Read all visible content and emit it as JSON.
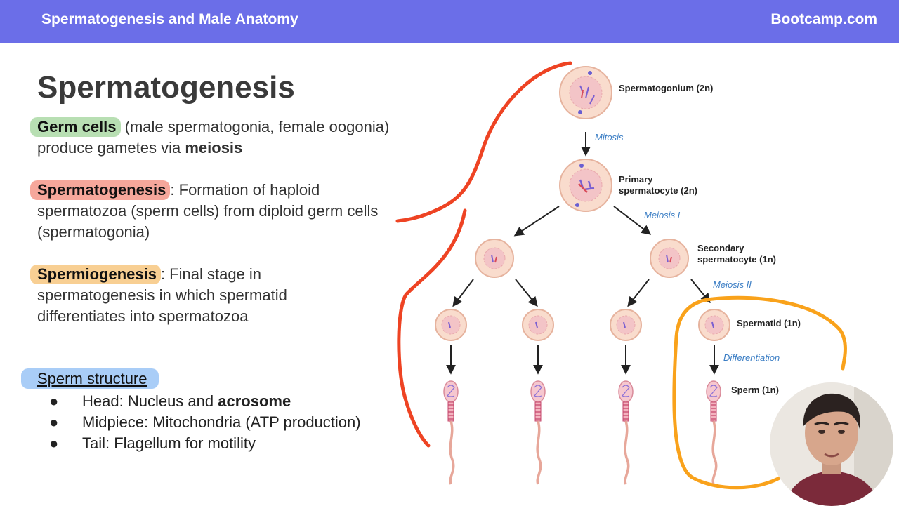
{
  "header": {
    "title": "Spermatogenesis and Male Anatomy",
    "brand": "Bootcamp.com"
  },
  "slide": {
    "heading": "Spermatogenesis",
    "germ": {
      "term": "Germ cells",
      "text1": " (male spermatogonia, female oogonia) produce gametes via ",
      "bold": "meiosis"
    },
    "spermatogenesis": {
      "term": "Spermatogenesis",
      "text": ": Formation of haploid spermatozoa (sperm cells) from diploid germ cells (spermatogonia)"
    },
    "spermiogenesis": {
      "term": "Spermiogenesis",
      "text": ": Final stage in spermatogenesis in which spermatid differentiates into spermatozoa"
    },
    "structure": {
      "title": "Sperm structure",
      "bullet": "●",
      "head_text": "Head: Nucleus and ",
      "head_bold": "acrosome",
      "midpiece": "Midpiece: Mitochondria (ATP production)",
      "tail": "Tail: Flagellum for motility"
    }
  },
  "diagram": {
    "labels": {
      "spermatogonium": "Spermatogonium (2n)",
      "primary_line1": "Primary",
      "primary_line2": "spermatocyte (2n)",
      "secondary_line1": "Secondary",
      "secondary_line2": "spermatocyte (1n)",
      "spermatid": "Spermatid (1n)",
      "sperm": "Sperm (1n)"
    },
    "steps": {
      "mitosis": "Mitosis",
      "meiosis1": "Meiosis I",
      "meiosis2": "Meiosis II",
      "differentiation": "Differentiation"
    },
    "colors": {
      "cell_fill": "#f9dccd",
      "cell_stroke": "#e6b39e",
      "nucleus": "#f3c4c7",
      "annotation_red": "#ee4323",
      "annotation_orange": "#f9a21b"
    }
  }
}
